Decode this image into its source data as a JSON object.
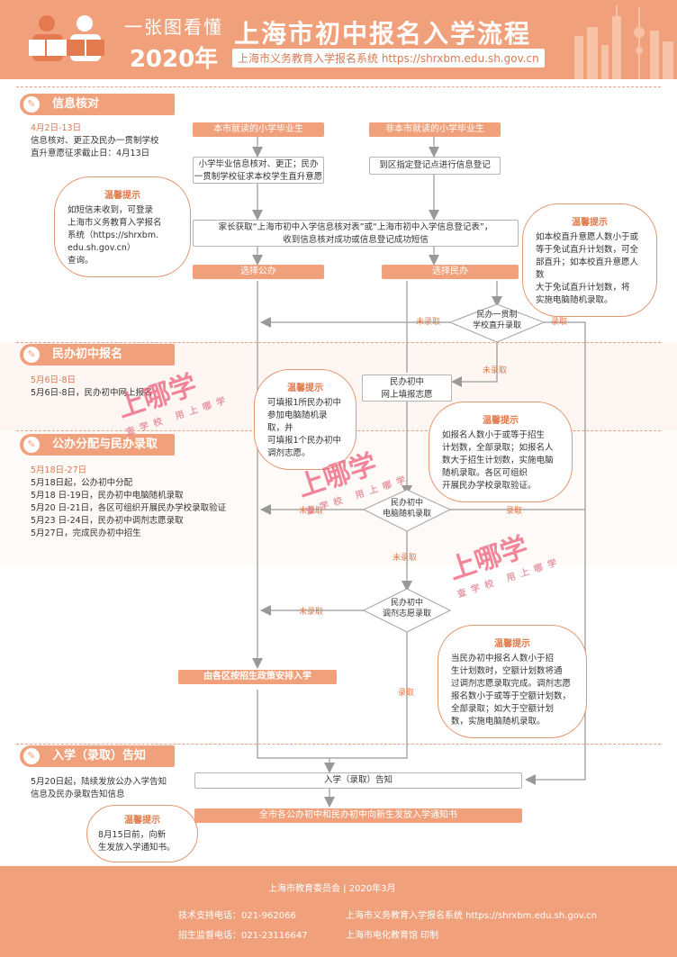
{
  "header": {
    "subtitle_line1": "一张图看懂",
    "subtitle_line2": "2020年",
    "title": "上海市初中报名入学流程",
    "system": "上海市义务教育入学报名系统 https://shrxbm.edu.sh.gov.cn"
  },
  "sections": {
    "s1": "信息核对",
    "s2": "民办初中报名",
    "s3": "公办分配与民办录取",
    "s4": "入学（录取）告知"
  },
  "side": {
    "s1_date": "4月2日-13日",
    "s1_l1": "信息核对、更正及民办一贯制学校",
    "s1_l2": "直升意愿征求截止日：4月13日",
    "s2_date": "5月6日-8日",
    "s2_l1": "5月6日-8日，民办初中网上报名",
    "s3_date": "5月18日-27日",
    "s3_l1": "5月18日起，公办初中分配",
    "s3_l2": "5月18 日-19日，民办初中电脑随机录取",
    "s3_l3": "5月20 日-21日，各区可组织开展民办学校录取验证",
    "s3_l4": "5月23 日-24日，民办初中调剂志愿录取",
    "s3_l5": "5月27日，完成民办初中招生",
    "s4_l1": "5月20日起，陆续发放公办入学告知",
    "s4_l2": "信息及民办录取告知信息"
  },
  "clouds": {
    "title": "温馨提示",
    "c1_l1": "如短信未收到，可登录",
    "c1_l2": "上海市义务教育入学报名",
    "c1_l3": "系统（https://shrxbm.",
    "c1_l4": "edu.sh.gov.cn）",
    "c1_l5": "查询。",
    "c2_l1": "如本校直升意愿人数小于或",
    "c2_l2": "等于免试直升计划数，可全",
    "c2_l3": "部直升；如本校直升意愿人数",
    "c2_l4": "大于免试直升计划数，将",
    "c2_l5": "实施电脑随机录取。",
    "c3_l1": "可填报1所民办初中",
    "c3_l2": "参加电脑随机录取，并",
    "c3_l3": "可填报1个民办初中",
    "c3_l4": "调剂志愿。",
    "c4_l1": "如报名人数小于或等于招生",
    "c4_l2": "计划数，全部录取；如报名人",
    "c4_l3": "数大于招生计划数，实施电脑",
    "c4_l4": "随机录取。各区可组织",
    "c4_l5": "开展民办学校录取验证。",
    "c5_l1": "当民办初中报名人数小于招",
    "c5_l2": "生计划数时，空额计划数将通",
    "c5_l3": "过调剂志愿录取完成。调剂志愿",
    "c5_l4": "报名数小于或等于空额计划数，",
    "c5_l5": "全部录取；如大于空额计划",
    "c5_l6": "数，实施电脑随机录取。",
    "c6_l1": "8月15日前，向新",
    "c6_l2": "生发放入学通知书。"
  },
  "flow": {
    "local_students": "本市就读的小学毕业生",
    "nonlocal_students": "非本市就读的小学毕业生",
    "verify_l1": "小学毕业信息核对、更正；民办",
    "verify_l2": "一贯制学校征求本校学生直升意愿",
    "register": "到区指定登记点进行信息登记",
    "parent_l1": "家长获取“上海市初中入学信息核对表”或“上海市初中入学信息登记表”，",
    "parent_l2": "收到信息核对成功或信息登记成功短信",
    "choose_public": "选择公办",
    "choose_private": "选择民办",
    "direct_l1": "民办一贯制",
    "direct_l2": "学校直升录取",
    "online_l1": "民办初中",
    "online_l2": "网上填报志愿",
    "lottery_l1": "民办初中",
    "lottery_l2": "电脑随机录取",
    "adjust_l1": "民办初中",
    "adjust_l2": "调剂志愿录取",
    "district": "由各区按招生政策安排入学",
    "notify": "入学（录取）告知",
    "notice": "全市各公办初中和民办初中向新生发放入学通知书",
    "not_admitted": "未录取",
    "admitted": "录取"
  },
  "watermark": {
    "brand": "上哪学",
    "slogan": "查学校 用上哪学"
  },
  "footer": {
    "org": "上海市教育委员会 | 2020年3月",
    "tech": "技术支持电话：021-962066",
    "supervise": "招生监督电话：021-23116647",
    "system": "上海市义务教育入学报名系统 https://shrxbm.edu.sh.gov.cn",
    "print": "上海市电化教育馆 印制"
  },
  "colors": {
    "accent": "#f0a07a",
    "accent_text": "#e07a4a",
    "watermark": "#ee5f7a"
  }
}
